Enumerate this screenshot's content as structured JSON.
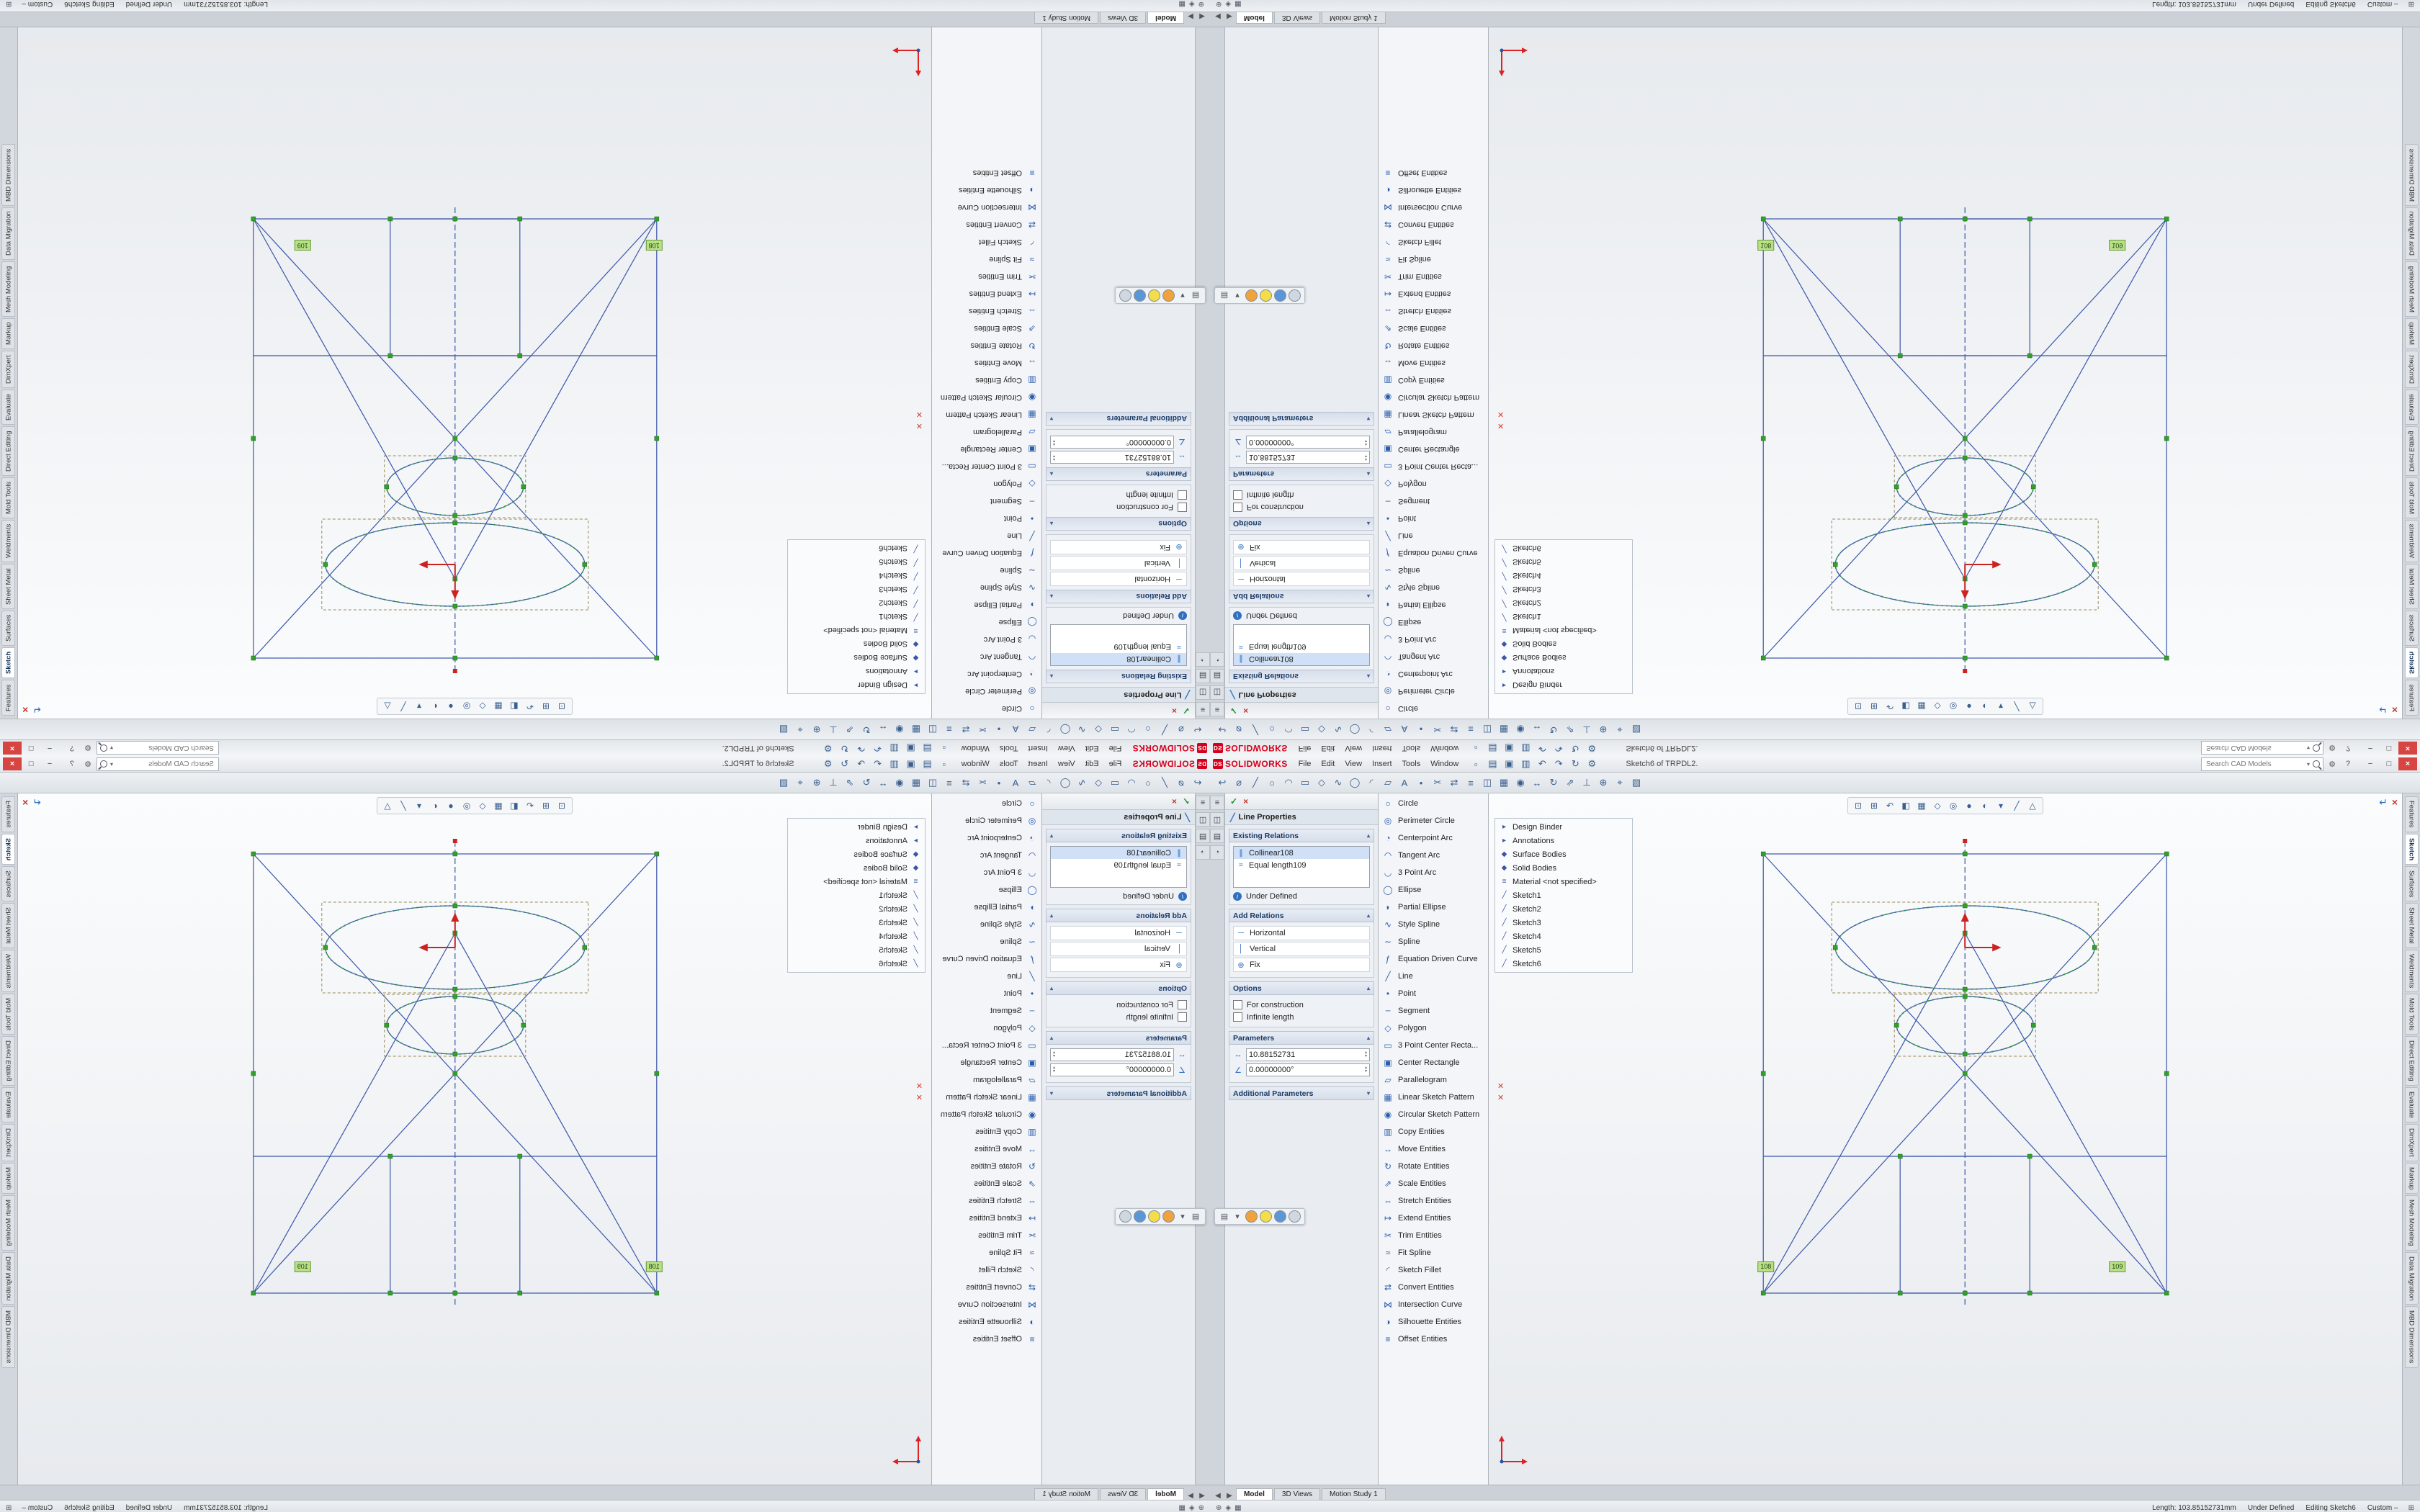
{
  "colors": {
    "accent_red": "#d6001c",
    "sketch_blue": "#3a56a8",
    "handle_green": "#33a02c",
    "close_red": "#d64541"
  },
  "menu_bar": {
    "logo_prefix": "DS",
    "logo_text": "SOLIDWORKS",
    "menus": [
      "File",
      "Edit",
      "View",
      "Insert",
      "Tools",
      "Window"
    ],
    "qat_icons": [
      {
        "name": "new-icon",
        "glyph": "▫"
      },
      {
        "name": "open-icon",
        "glyph": "▤"
      },
      {
        "name": "save-icon",
        "glyph": "▣"
      },
      {
        "name": "print-icon",
        "glyph": "▥"
      },
      {
        "name": "undo-icon",
        "glyph": "↶"
      },
      {
        "name": "redo-icon",
        "glyph": "↷"
      },
      {
        "name": "rebuild-icon",
        "glyph": "↻"
      },
      {
        "name": "options-icon",
        "glyph": "⚙"
      }
    ],
    "document_title": "Sketch6 of TRPDL2.",
    "search_placeholder": "Search CAD Models",
    "search_chevron": "▾",
    "gear": "⚙",
    "help": "?",
    "window_controls": {
      "minimize": "−",
      "restore": "□",
      "close": "×"
    }
  },
  "toolbar": {
    "icons": [
      {
        "name": "exit-sketch-icon",
        "glyph": "↩"
      },
      {
        "name": "smart-dimension-icon",
        "glyph": "⌀"
      },
      {
        "name": "line-icon",
        "glyph": "╱"
      },
      {
        "name": "circle-icon",
        "glyph": "○"
      },
      {
        "name": "centerpoint-arc-icon",
        "glyph": "◠"
      },
      {
        "name": "corner-rectangle-icon",
        "glyph": "▭"
      },
      {
        "name": "polygon-icon",
        "glyph": "◇"
      },
      {
        "name": "spline-icon",
        "glyph": "∿"
      },
      {
        "name": "ellipse-icon",
        "glyph": "◯"
      },
      {
        "name": "sketch-fillet-icon",
        "glyph": "◜"
      },
      {
        "name": "plane-icon",
        "glyph": "▱"
      },
      {
        "name": "text-icon",
        "glyph": "A"
      },
      {
        "name": "point-icon",
        "glyph": "•"
      },
      {
        "name": "trim-entities-icon",
        "glyph": "✂"
      },
      {
        "name": "convert-entities-icon",
        "glyph": "⇄"
      },
      {
        "name": "offset-entities-icon",
        "glyph": "≡"
      },
      {
        "name": "mirror-entities-icon",
        "glyph": "◫"
      },
      {
        "name": "linear-pattern-icon",
        "glyph": "▦"
      },
      {
        "name": "circular-pattern-icon",
        "glyph": "◉"
      },
      {
        "name": "move-entities-icon",
        "glyph": "↔"
      },
      {
        "name": "rotate-entities-icon",
        "glyph": "↻"
      },
      {
        "name": "scale-entities-icon",
        "glyph": "⇗"
      },
      {
        "name": "display-relations-icon",
        "glyph": "⊥"
      },
      {
        "name": "repair-sketch-icon",
        "glyph": "⊕"
      },
      {
        "name": "quick-snaps-icon",
        "glyph": "⌖"
      },
      {
        "name": "rapid-sketch-icon",
        "glyph": "▨"
      }
    ]
  },
  "pm_tabstrip": {
    "icons": [
      {
        "name": "feature-tree-tab-icon",
        "glyph": "≡"
      },
      {
        "name": "property-manager-tab-icon",
        "glyph": "◫"
      },
      {
        "name": "configuration-tab-icon",
        "glyph": "▤"
      },
      {
        "name": "display-manager-tab-icon",
        "glyph": "◔"
      }
    ]
  },
  "property_panel": {
    "apply": "✓",
    "cancel": "×",
    "pencil": "╱",
    "title": "Line Properties",
    "existing_relations": {
      "title": "Existing Relations",
      "chevron": "▴",
      "items": [
        {
          "icon": "∥",
          "label": "Collinear108",
          "active": true
        },
        {
          "icon": "=",
          "label": "Equal length109",
          "active": false
        }
      ],
      "status_icon": "i",
      "status": "Under Defined"
    },
    "add_relations": {
      "title": "Add Relations",
      "chevron": "▴",
      "items": [
        {
          "icon": "─",
          "label": "Horizontal"
        },
        {
          "icon": "│",
          "label": "Vertical"
        },
        {
          "icon": "⊛",
          "label": "Fix"
        }
      ]
    },
    "options": {
      "title": "Options",
      "chevron": "▴",
      "items": [
        {
          "label": "For construction"
        },
        {
          "label": "Infinite length"
        }
      ]
    },
    "parameters": {
      "title": "Parameters",
      "chevron": "▴",
      "fields": [
        {
          "icon": "↔",
          "value": "10.88152731",
          "spin_up": "▴",
          "spin_down": "▾"
        },
        {
          "icon": "∠",
          "value": "0.00000000°",
          "spin_up": "▴",
          "spin_down": "▾"
        }
      ]
    },
    "additional_parameters": {
      "title": "Additional Parameters",
      "chevron": "▾"
    }
  },
  "sketch_tools_menu": {
    "items": [
      {
        "name": "circle",
        "glyph": "○",
        "label": "Circle"
      },
      {
        "name": "perimeter-circle",
        "glyph": "◎",
        "label": "Perimeter Circle"
      },
      {
        "name": "centerpoint-arc",
        "glyph": "◔",
        "label": "Centerpoint Arc"
      },
      {
        "name": "tangent-arc",
        "glyph": "◠",
        "label": "Tangent Arc"
      },
      {
        "name": "three-point-arc",
        "glyph": "◡",
        "label": "3 Point Arc"
      },
      {
        "name": "ellipse",
        "glyph": "◯",
        "label": "Ellipse"
      },
      {
        "name": "partial-ellipse",
        "glyph": "◗",
        "label": "Partial Ellipse"
      },
      {
        "name": "style-spline",
        "glyph": "∿",
        "label": "Style Spline"
      },
      {
        "name": "spline",
        "glyph": "∼",
        "label": "Spline"
      },
      {
        "name": "equation-driven-curve",
        "glyph": "ƒ",
        "label": "Equation Driven Curve"
      },
      {
        "name": "line",
        "glyph": "╱",
        "label": "Line"
      },
      {
        "name": "point",
        "glyph": "•",
        "label": "Point"
      },
      {
        "name": "segment",
        "glyph": "┄",
        "label": "Segment"
      },
      {
        "name": "polygon",
        "glyph": "◇",
        "label": "Polygon"
      },
      {
        "name": "three-point-center-rectangle",
        "glyph": "▭",
        "label": "3 Point Center Recta..."
      },
      {
        "name": "center-rectangle",
        "glyph": "▣",
        "label": "Center Rectangle"
      },
      {
        "name": "parallelogram",
        "glyph": "▱",
        "label": "Parallelogram"
      },
      {
        "name": "linear-sketch-pattern",
        "glyph": "▦",
        "label": "Linear Sketch Pattern"
      },
      {
        "name": "circular-sketch-pattern",
        "glyph": "◉",
        "label": "Circular Sketch Pattern"
      },
      {
        "name": "copy-entities",
        "glyph": "▥",
        "label": "Copy Entities"
      },
      {
        "name": "move-entities",
        "glyph": "↔",
        "label": "Move Entities"
      },
      {
        "name": "rotate-entities",
        "glyph": "↻",
        "label": "Rotate Entities"
      },
      {
        "name": "scale-entities",
        "glyph": "⇗",
        "label": "Scale Entities"
      },
      {
        "name": "stretch-entities",
        "glyph": "⇔",
        "label": "Stretch Entities"
      },
      {
        "name": "extend-entities",
        "glyph": "↦",
        "label": "Extend Entities"
      },
      {
        "name": "trim-entities",
        "glyph": "✂",
        "label": "Trim Entities"
      },
      {
        "name": "fit-spline",
        "glyph": "≈",
        "label": "Fit Spline"
      },
      {
        "name": "sketch-fillet",
        "glyph": "◜",
        "label": "Sketch Fillet"
      },
      {
        "name": "convert-entities",
        "glyph": "⇄",
        "label": "Convert Entities"
      },
      {
        "name": "intersection-curve",
        "glyph": "⋈",
        "label": "Intersection Curve"
      },
      {
        "name": "silhouette-entities",
        "glyph": "◑",
        "label": "Silhouette Entities"
      },
      {
        "name": "offset-entities",
        "glyph": "≡",
        "label": "Offset Entities"
      }
    ]
  },
  "headsup": {
    "icons": [
      {
        "name": "zoom-fit-icon",
        "glyph": "⊡"
      },
      {
        "name": "zoom-area-icon",
        "glyph": "⊞"
      },
      {
        "name": "previous-view-icon",
        "glyph": "↶"
      },
      {
        "name": "section-view-icon",
        "glyph": "◧"
      },
      {
        "name": "view-orientation-icon",
        "glyph": "▦"
      },
      {
        "name": "display-style-icon",
        "glyph": "◇"
      },
      {
        "name": "hide-show-icon",
        "glyph": "◎"
      },
      {
        "name": "edit-appearance-icon",
        "glyph": "●"
      },
      {
        "name": "apply-scene-icon",
        "glyph": "◐"
      },
      {
        "name": "view-settings-icon",
        "glyph": "▾"
      },
      {
        "name": "sketch-visibility-icon",
        "glyph": "╱"
      },
      {
        "name": "perspective-icon",
        "glyph": "△"
      }
    ]
  },
  "confirmation_corner": {
    "sketch_glyph": "↵",
    "exit_glyph": "×"
  },
  "feature_tree": {
    "items": [
      {
        "icon": "▸",
        "label": "Design Binder"
      },
      {
        "icon": "▸",
        "label": "Annotations"
      },
      {
        "icon": "◆",
        "label": "Surface Bodies"
      },
      {
        "icon": "◆",
        "label": "Solid Bodies"
      },
      {
        "icon": "≡",
        "label": "Material <not specified>"
      },
      {
        "icon": "╱",
        "label": "Sketch1"
      },
      {
        "icon": "╱",
        "label": "Sketch2"
      },
      {
        "icon": "╱",
        "label": "Sketch3"
      },
      {
        "icon": "╱",
        "label": "Sketch4"
      },
      {
        "icon": "╱",
        "label": "Sketch5"
      },
      {
        "icon": "╱",
        "label": "Sketch6"
      }
    ]
  },
  "context_toolbar": {
    "buttons": [
      {
        "name": "view-orientation-icon",
        "glyph": "▤"
      },
      {
        "name": "more-options-icon",
        "glyph": "▾"
      }
    ],
    "orbs": [
      {
        "name": "appearance-orange-orb",
        "color": "#f0a23c"
      },
      {
        "name": "appearance-yellow-orb",
        "color": "#f3de4a"
      },
      {
        "name": "appearance-blue-orb",
        "color": "#5b97d6"
      },
      {
        "name": "appearance-gray-orb",
        "color": "#cfd8e0"
      }
    ]
  },
  "graphics": {
    "relation_tags": [
      {
        "id": "108"
      },
      {
        "id": "109"
      }
    ],
    "error_marks": [
      {
        "glyph": "✕"
      },
      {
        "glyph": "✕"
      }
    ]
  },
  "command_tabs": {
    "items": [
      {
        "label": "Features",
        "active": false
      },
      {
        "label": "Sketch",
        "active": true
      },
      {
        "label": "Surfaces",
        "active": false
      },
      {
        "label": "Sheet Metal",
        "active": false
      },
      {
        "label": "Weldments",
        "active": false
      },
      {
        "label": "Mold Tools",
        "active": false
      },
      {
        "label": "Direct Editing",
        "active": false
      },
      {
        "label": "Evaluate",
        "active": false
      },
      {
        "label": "DimXpert",
        "active": false
      },
      {
        "label": "Markup",
        "active": false
      },
      {
        "label": "Mesh Modeling",
        "active": false
      },
      {
        "label": "Data Migration",
        "active": false
      },
      {
        "label": "MBD Dimensions",
        "active": false
      }
    ]
  },
  "document_tabs": {
    "prev": "◀",
    "next": "▶",
    "tabs": [
      {
        "label": "Model",
        "active": true
      },
      {
        "label": "3D Views",
        "active": false
      },
      {
        "label": "Motion Study 1",
        "active": false
      }
    ]
  },
  "status_bar": {
    "left_icons": [
      {
        "name": "zoom-status-icon",
        "glyph": "⊕"
      },
      {
        "name": "filter-status-icon",
        "glyph": "◈"
      },
      {
        "name": "grid-status-icon",
        "glyph": "▦"
      }
    ],
    "items": [
      "Length: 103.85152731mm",
      "Under Defined",
      "Editing Sketch6",
      "Custom –"
    ],
    "unit_icon": "⊞"
  }
}
